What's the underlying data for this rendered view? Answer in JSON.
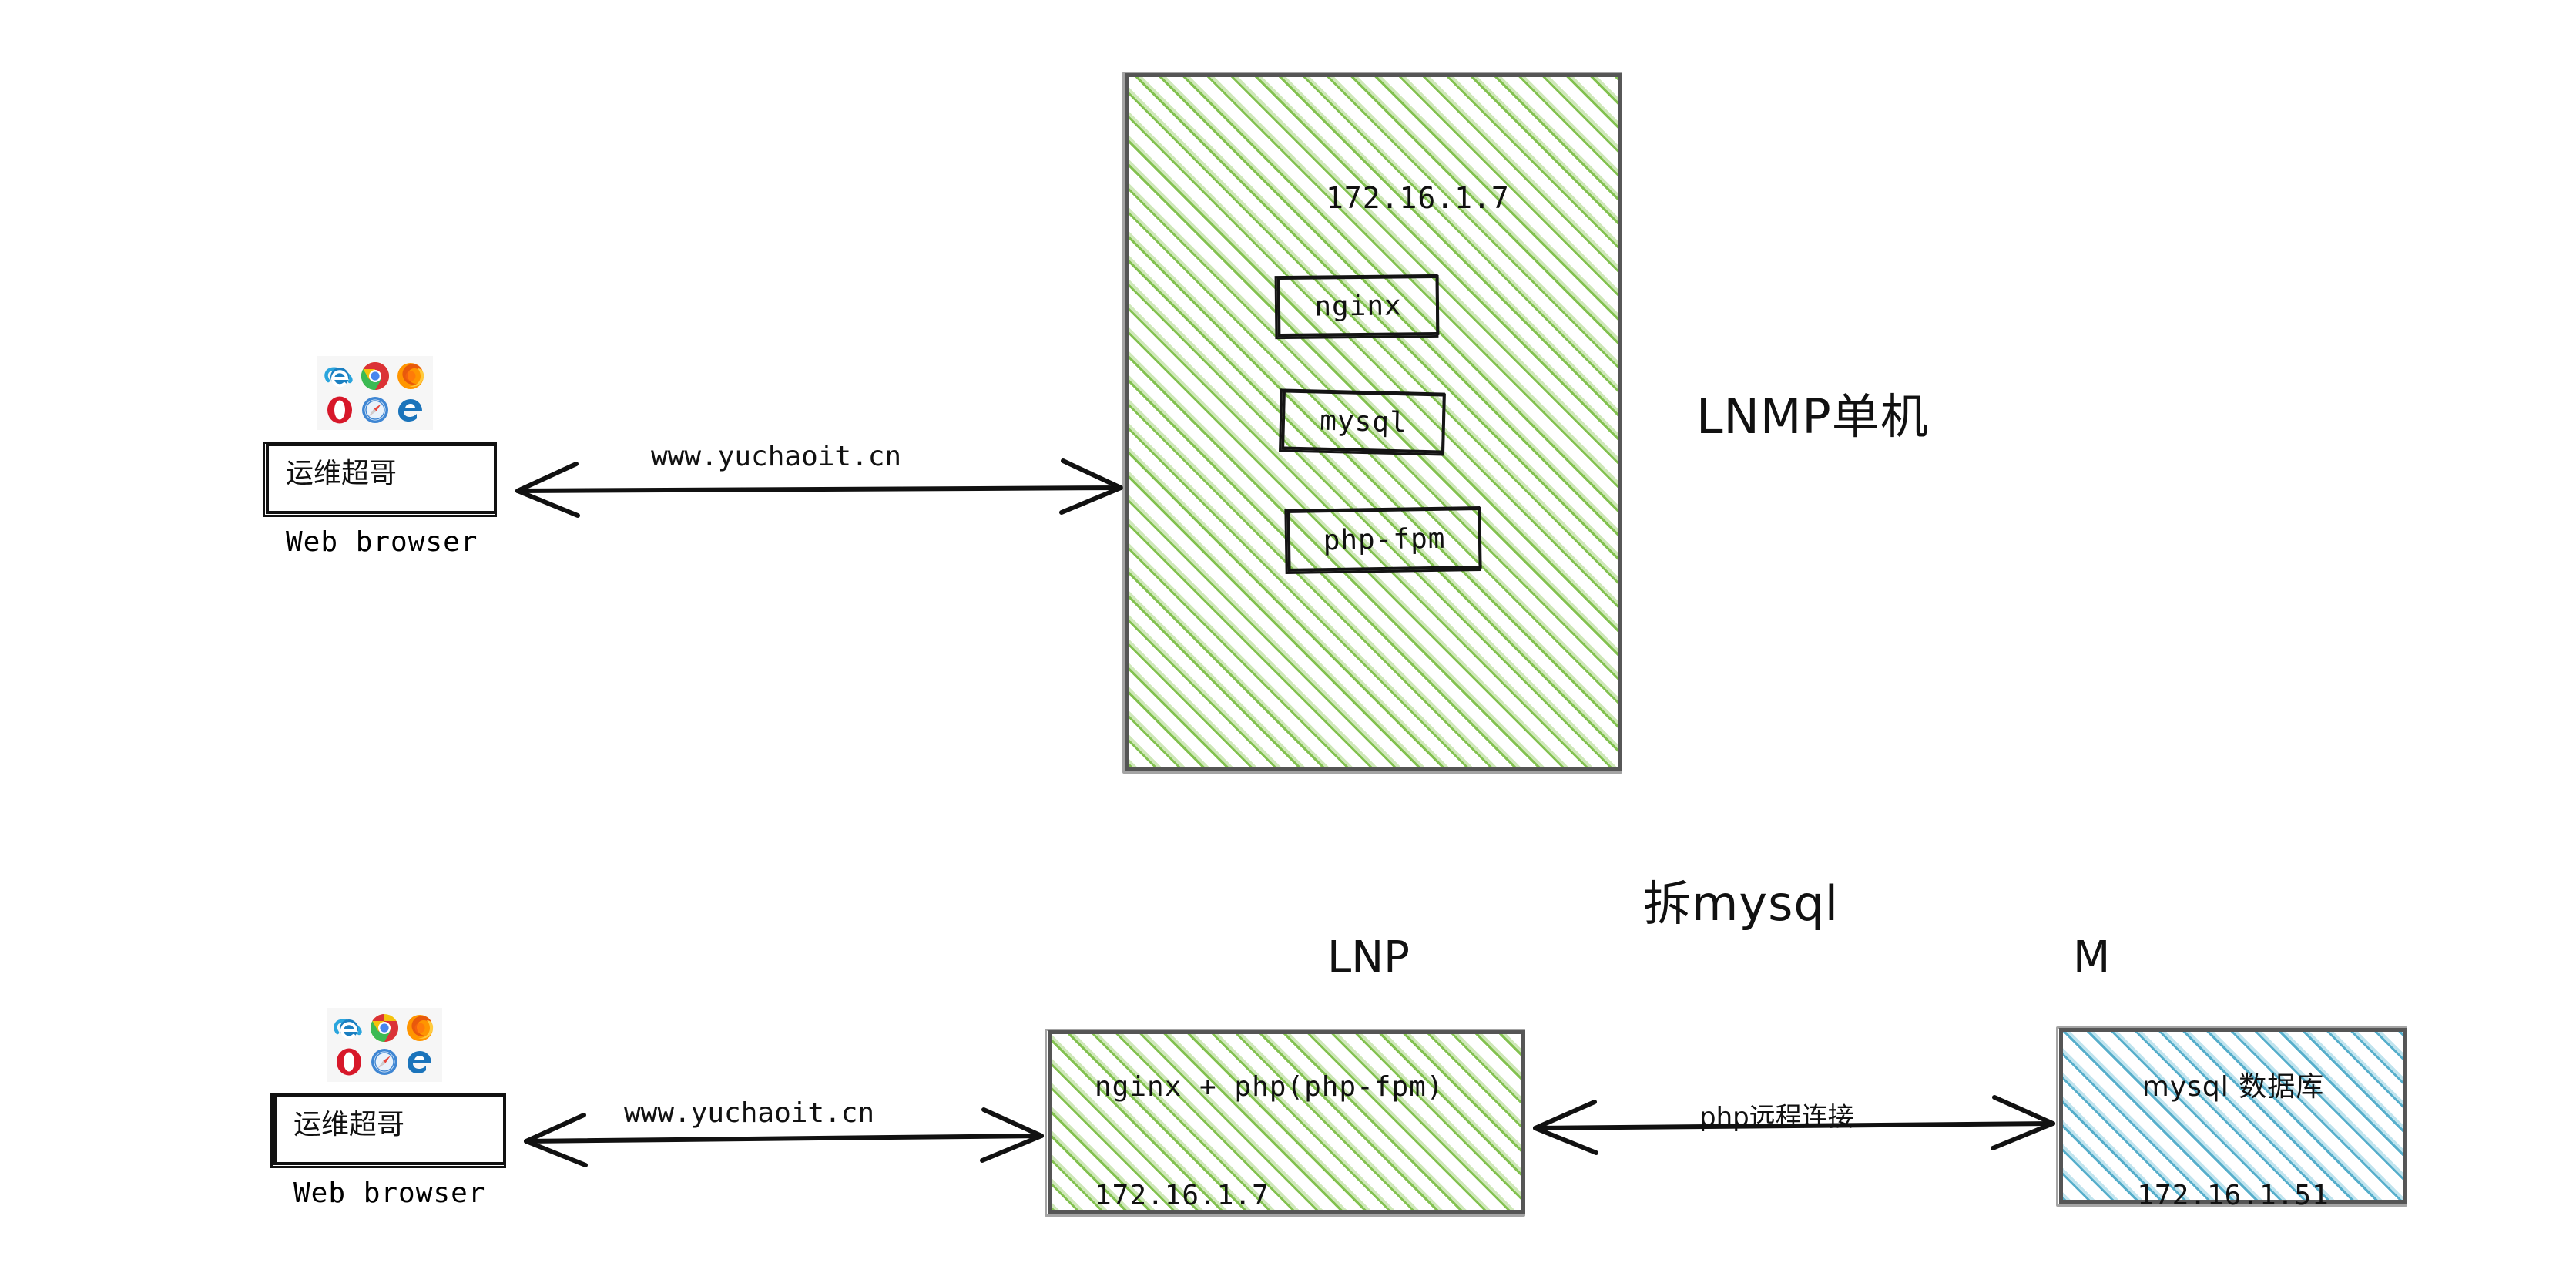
{
  "diagram": {
    "title_not_shown": "",
    "top_section": {
      "heading": "LNMP单机",
      "client": {
        "line1": "运维超哥",
        "line2": "Web browser",
        "icons": [
          "internet-explorer-icon",
          "chrome-icon",
          "firefox-icon",
          "opera-icon",
          "safari-icon",
          "edge-icon"
        ]
      },
      "edge_label": "www.yuchaoit.cn",
      "server": {
        "ip": "172.16.1.7",
        "services": [
          "nginx",
          "mysql",
          "php-fpm"
        ],
        "fill_color": "#7cbe46",
        "border_color": "#555555"
      }
    },
    "bottom_section": {
      "heading": "拆mysql",
      "client": {
        "line1": "运维超哥",
        "line2": "Web browser",
        "icons": [
          "internet-explorer-icon",
          "chrome-icon",
          "firefox-icon",
          "opera-icon",
          "safari-icon",
          "edge-icon"
        ]
      },
      "edge_label_left": "www.yuchaoit.cn",
      "edge_label_right": "php远程连接",
      "web_node": {
        "label": "LNP",
        "line1": "nginx + php(php-fpm)",
        "line2": "172.16.1.7",
        "fill_color": "#7cbe46"
      },
      "db_node": {
        "label": "M",
        "line1": "mysql 数据库",
        "line2": "172.16.1.51",
        "fill_color": "#4daac8"
      }
    }
  }
}
